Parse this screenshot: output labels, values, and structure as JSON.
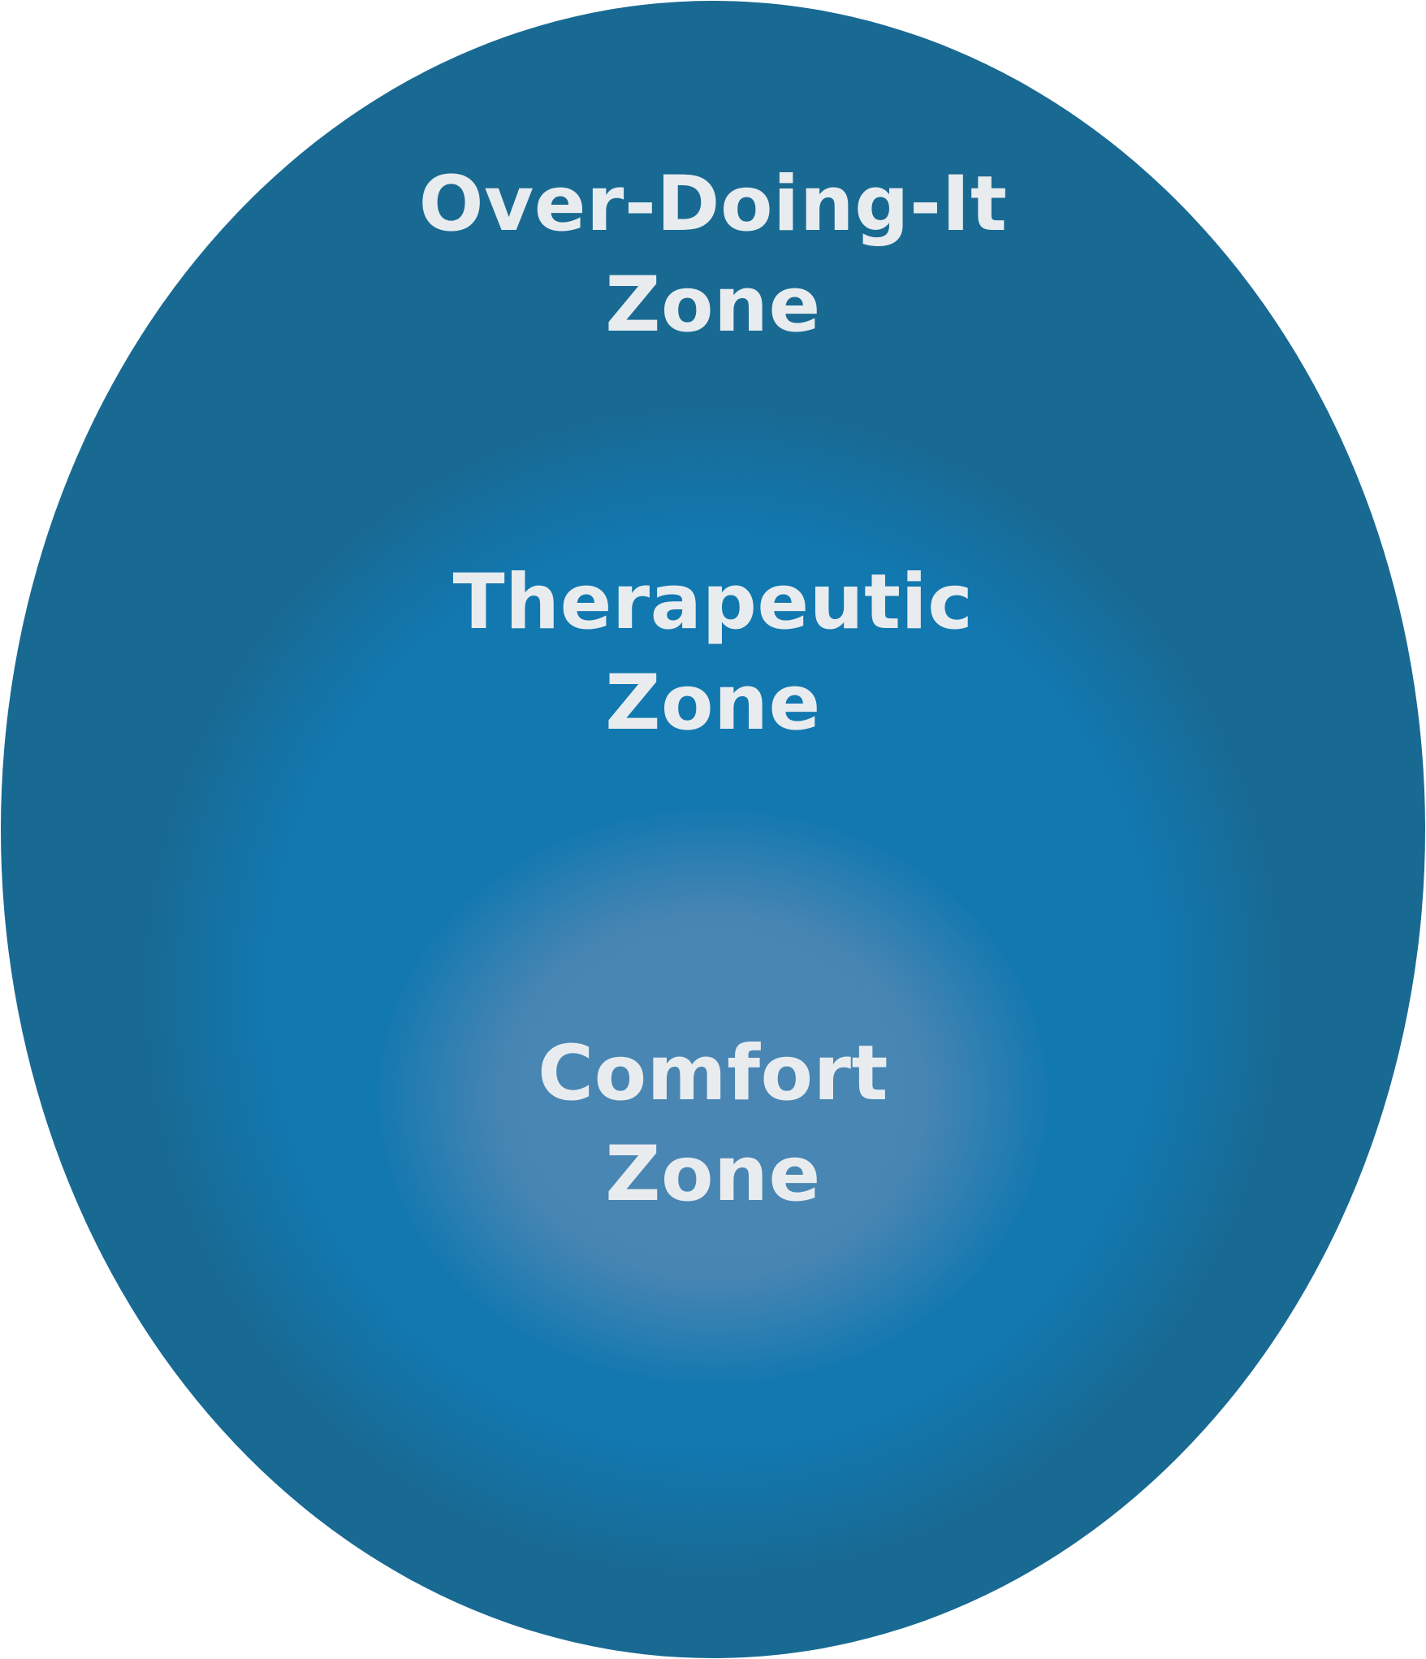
{
  "zones": {
    "outer": {
      "line1": "Over-Doing-It",
      "line2": "Zone"
    },
    "middle": {
      "line1": "Therapeutic",
      "line2": "Zone"
    },
    "inner": {
      "line1": "Comfort",
      "line2": "Zone"
    }
  },
  "colors": {
    "outer": "#186a93",
    "middle": "#1278b0",
    "inner": "#4a86b3",
    "text": "#e9ecef",
    "background": "#ffffff"
  }
}
